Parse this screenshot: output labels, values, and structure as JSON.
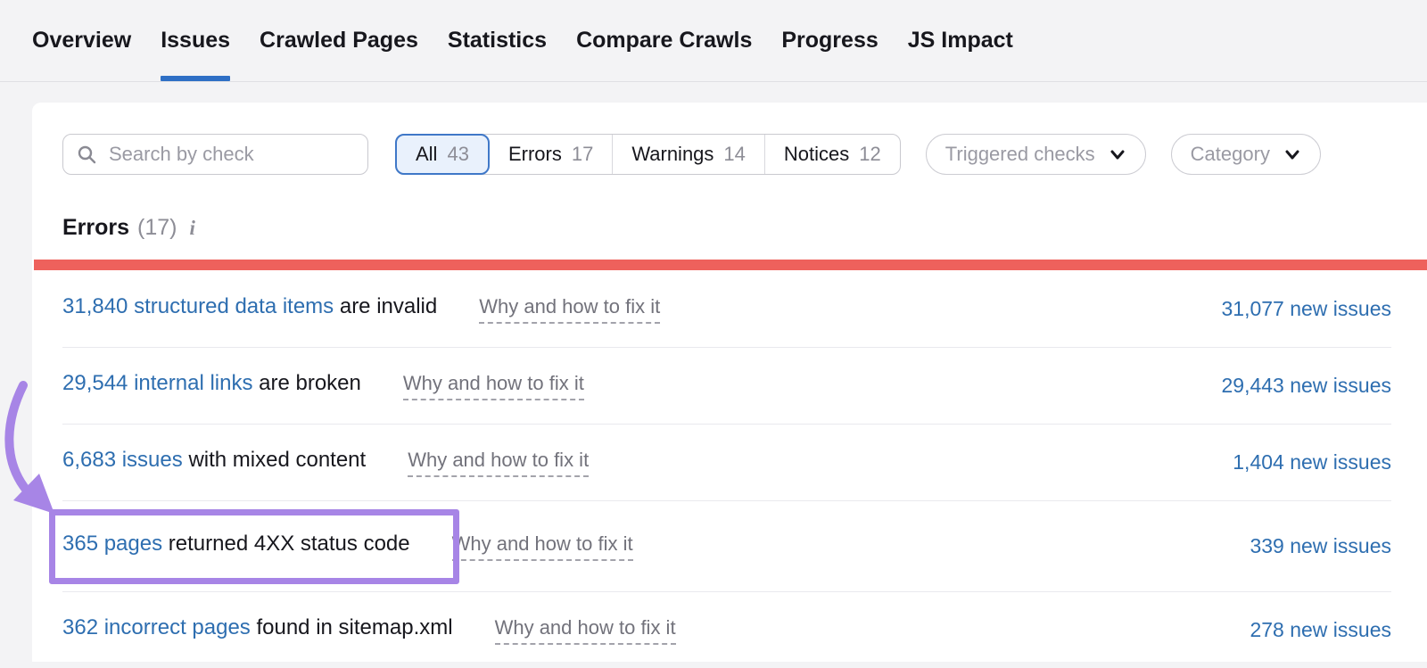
{
  "nav": {
    "tabs": [
      {
        "label": "Overview",
        "active": false
      },
      {
        "label": "Issues",
        "active": true
      },
      {
        "label": "Crawled Pages",
        "active": false
      },
      {
        "label": "Statistics",
        "active": false
      },
      {
        "label": "Compare Crawls",
        "active": false
      },
      {
        "label": "Progress",
        "active": false
      },
      {
        "label": "JS Impact",
        "active": false
      }
    ]
  },
  "filters": {
    "search_placeholder": "Search by check",
    "segments": [
      {
        "label": "All",
        "count": "43",
        "selected": true
      },
      {
        "label": "Errors",
        "count": "17",
        "selected": false
      },
      {
        "label": "Warnings",
        "count": "14",
        "selected": false
      },
      {
        "label": "Notices",
        "count": "12",
        "selected": false
      }
    ],
    "dropdowns": [
      {
        "label": "Triggered checks"
      },
      {
        "label": "Category"
      }
    ]
  },
  "section": {
    "title": "Errors",
    "count": "(17)",
    "info_icon": "i"
  },
  "issues": [
    {
      "link": "31,840 structured data items",
      "rest": "are invalid",
      "why": "Why and how to fix it",
      "new_issues": "31,077 new issues",
      "highlighted": false
    },
    {
      "link": "29,544 internal links",
      "rest": "are broken",
      "why": "Why and how to fix it",
      "new_issues": "29,443 new issues",
      "highlighted": false
    },
    {
      "link": "6,683 issues",
      "rest": "with mixed content",
      "why": "Why and how to fix it",
      "new_issues": "1,404 new issues",
      "highlighted": false
    },
    {
      "link": "365 pages",
      "rest": "returned 4XX status code",
      "why": "Why and how to fix it",
      "new_issues": "339 new issues",
      "highlighted": true
    },
    {
      "link": "362 incorrect pages",
      "rest": "found in sitemap.xml",
      "why": "Why and how to fix it",
      "new_issues": "278 new issues",
      "highlighted": false
    }
  ],
  "colors": {
    "accent_blue": "#2e6fc5",
    "link_blue": "#2e6eb0",
    "error_red": "#ee615c",
    "annotation_purple": "#a785e6",
    "selected_segment_bg": "#e9f1fc",
    "selected_segment_border": "#3f78c8"
  }
}
